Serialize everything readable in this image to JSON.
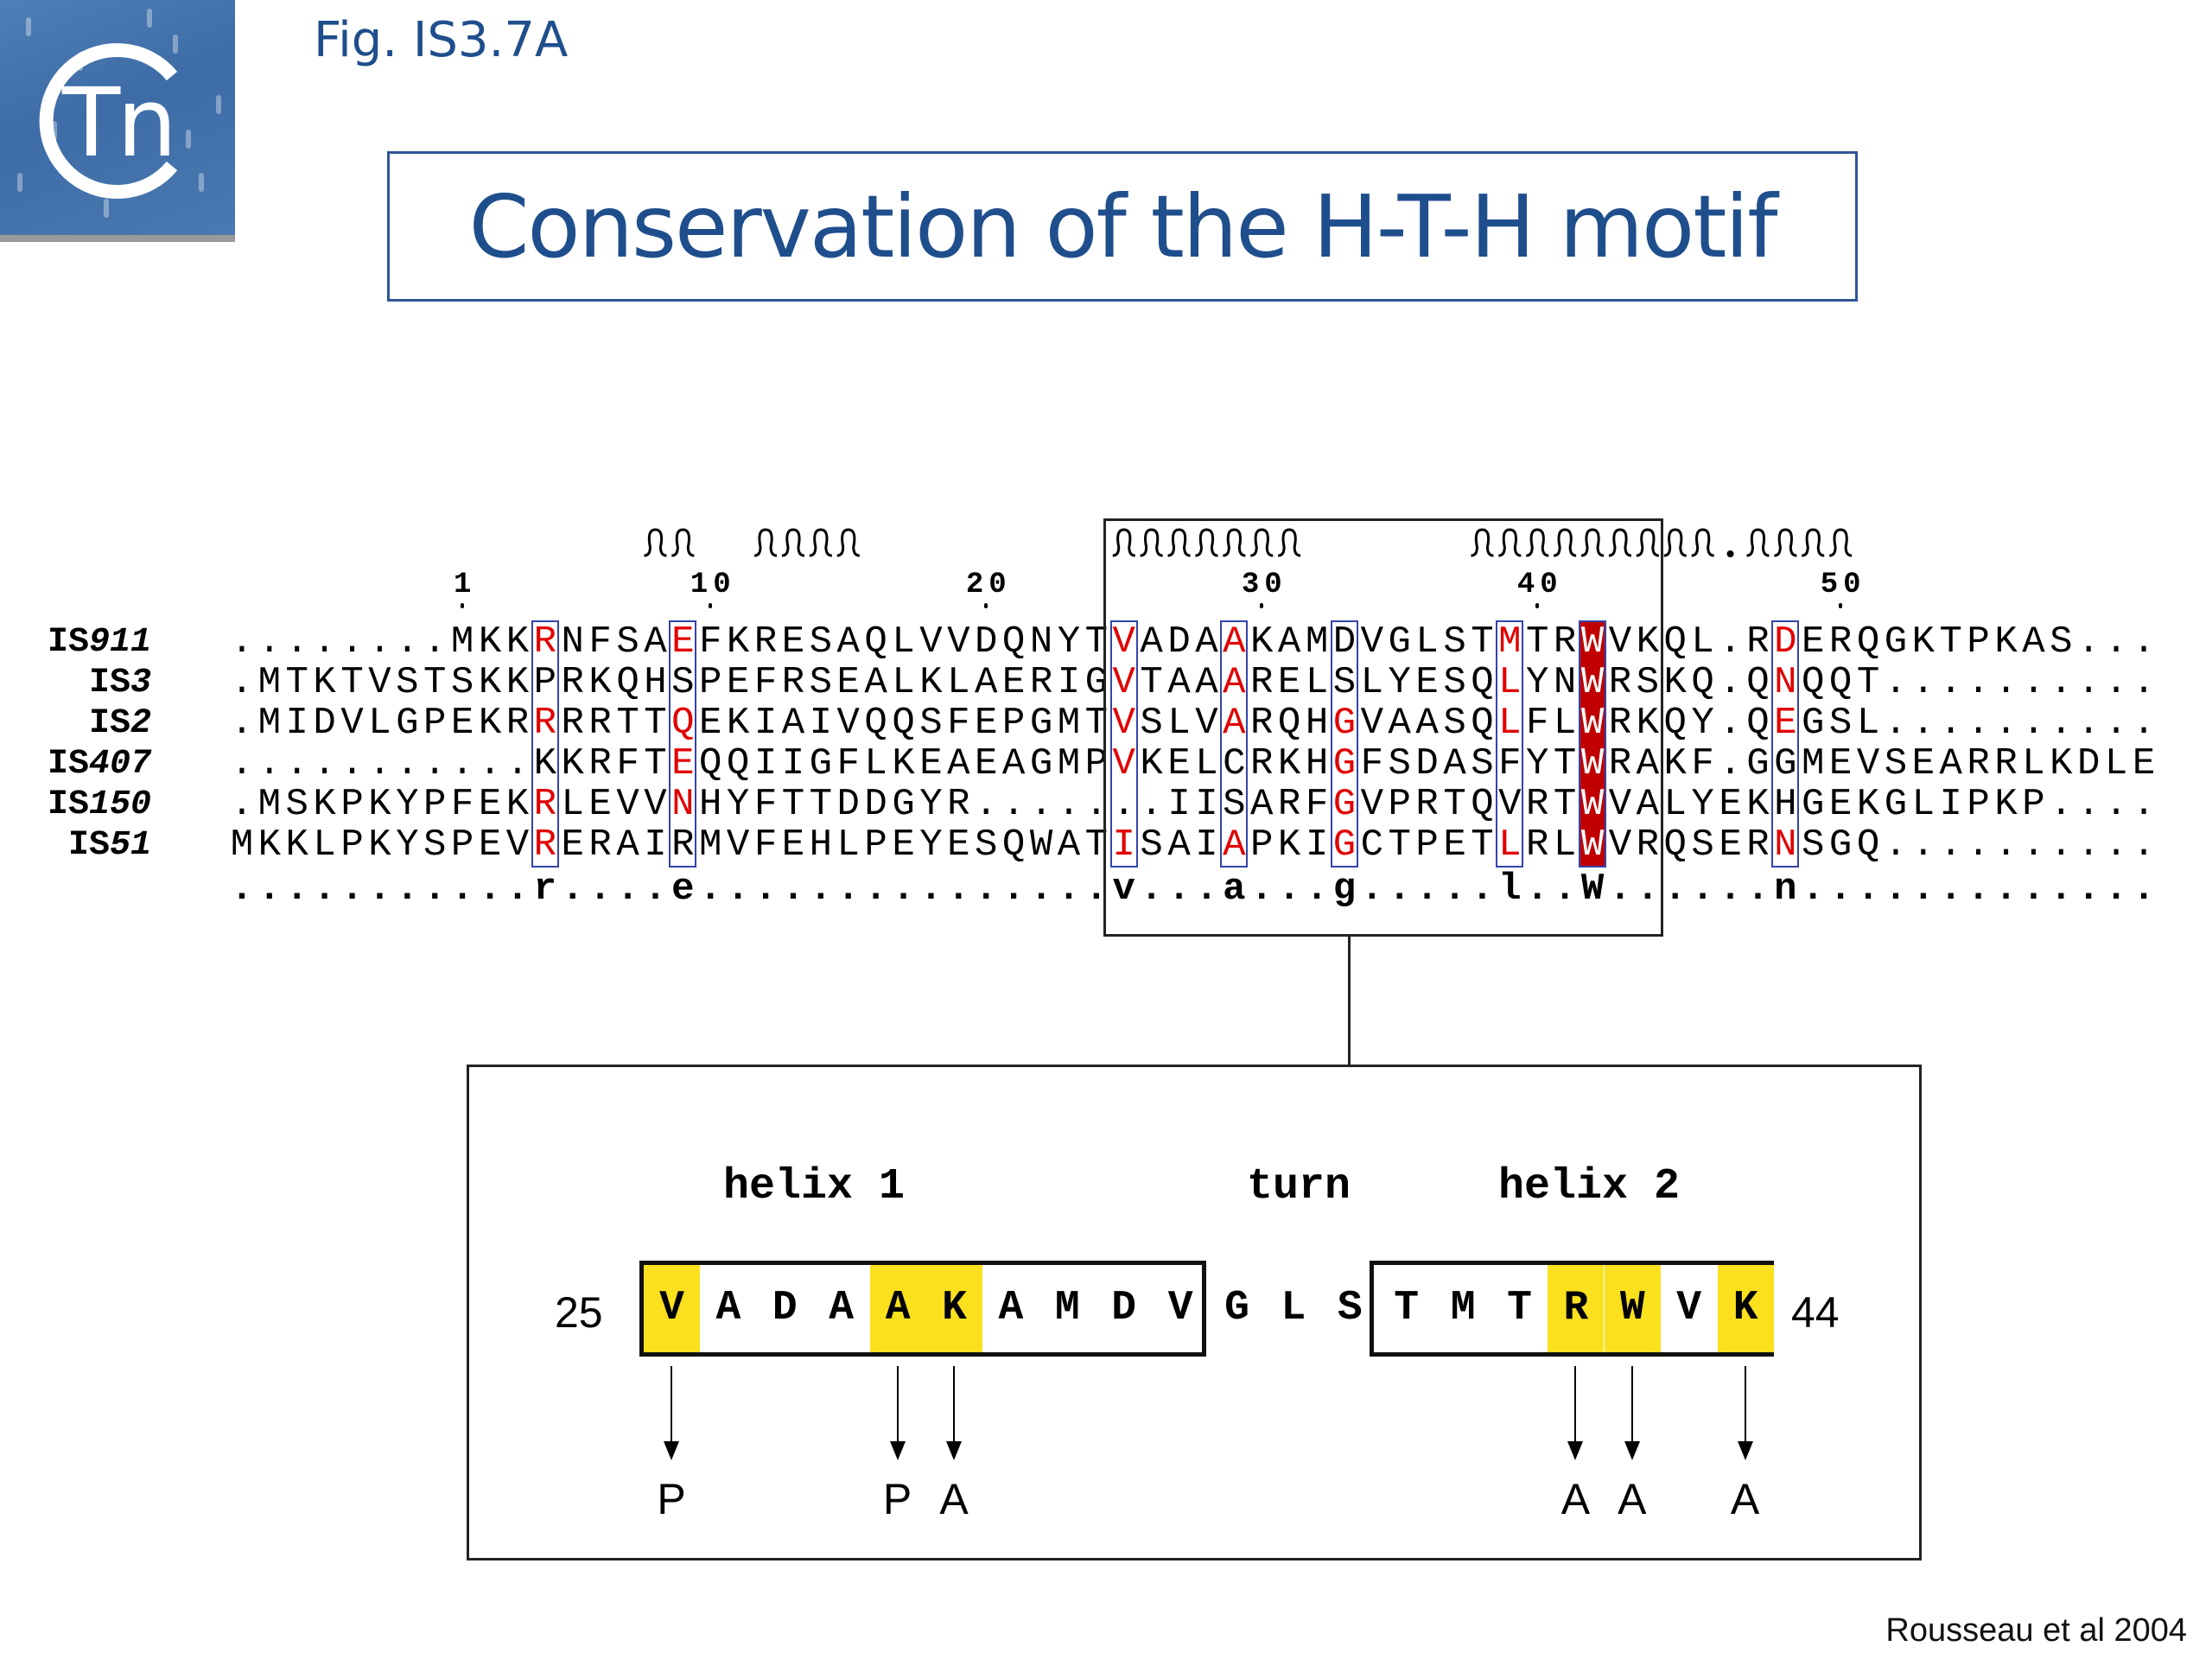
{
  "logo": {
    "text": "Tn"
  },
  "figure_label": "Fig. IS3.7A",
  "title": "Conservation of the H-T-H motif",
  "alignment": {
    "ruler": [
      {
        "label": "1",
        "col": 9
      },
      {
        "label": "10",
        "col": 18
      },
      {
        "label": "20",
        "col": 28
      },
      {
        "label": "30",
        "col": 38
      },
      {
        "label": "40",
        "col": 48
      },
      {
        "label": "50",
        "col": 59
      }
    ],
    "helix_ranges": [
      [
        16,
        17
      ],
      [
        20,
        23
      ],
      [
        33,
        39
      ],
      [
        46,
        54
      ],
      [
        56,
        59
      ]
    ],
    "helix_dots": [
      55
    ],
    "conserved_columns": [
      12,
      17,
      33,
      37,
      41,
      47,
      57
    ],
    "identical_column": 50,
    "rows": [
      {
        "prefix": "IS",
        "num": "911",
        "seq": "........MKKRNFSAEFKRESAQLVVDQNYTVADAAKAMDVGLSTMTRWVKQL.RDERQGKTPKAS...",
        "red_cols": [
          12,
          17,
          33,
          37,
          47,
          50,
          57
        ]
      },
      {
        "prefix": "IS",
        "num": "3",
        "seq": ".MTKTVSTSKKPRKQHSPEFRSEALKLAERIGVTAAARELSLYESQLYNWRSKQ.QNQQT..........",
        "red_cols": [
          33,
          37,
          47,
          50,
          57
        ]
      },
      {
        "prefix": "IS",
        "num": "2",
        "seq": ".MIDVLGPEKRRRRTTQEKIAIVQQSFEPGMTVSLVARQHGVAASQLFLWRKQY.QEGSL..........",
        "red_cols": [
          12,
          17,
          33,
          37,
          41,
          47,
          50,
          57
        ]
      },
      {
        "prefix": "IS",
        "num": "407",
        "seq": "...........KKRFTEQQIIGFLKEAEAGMPVKELCRKHGFSDASFYTWRAKF.GGMEVSEARRLKDLE",
        "red_cols": [
          17,
          33,
          41,
          50
        ]
      },
      {
        "prefix": "IS",
        "num": "150",
        "seq": ".MSKPKYPFEKRLEVVNHYFTTDDGYR.......IISARFGVPRTQVRTWVALYEKHGEKGLIPKP....",
        "red_cols": [
          12,
          17,
          41,
          50
        ]
      },
      {
        "prefix": "IS",
        "num": "51",
        "seq": "MKKLPKYSPEVRERAIRMVFEHLPEYESQWATISAIAPKIGCTPETLRLWVRQSERNSGQ..........",
        "red_cols": [
          12,
          33,
          37,
          41,
          47,
          50,
          57
        ]
      }
    ],
    "consensus": "...........r....e...............v...a...g.....l..W......n.............",
    "colors": {
      "conserved_text": "#e00000",
      "identical_bg": "#c00000",
      "box_border": "#3344aa"
    }
  },
  "detail": {
    "helix1_label": "helix 1",
    "turn_label": "turn",
    "helix2_label": "helix 2",
    "start_number": "25",
    "end_number": "44",
    "residues": [
      "V",
      "A",
      "D",
      "A",
      "A",
      "K",
      "A",
      "M",
      "D",
      "V",
      "G",
      "L",
      "S",
      "T",
      "M",
      "T",
      "R",
      "W",
      "V",
      "K"
    ],
    "helix1_range": [
      0,
      9
    ],
    "turn_range": [
      10,
      12
    ],
    "helix2_range": [
      13,
      19
    ],
    "highlighted": [
      0,
      4,
      5,
      16,
      17,
      19
    ],
    "highlight_color": "#fbe01e",
    "mutations": [
      {
        "index": 0,
        "label": "P"
      },
      {
        "index": 4,
        "label": "P"
      },
      {
        "index": 5,
        "label": "A"
      },
      {
        "index": 16,
        "label": "A"
      },
      {
        "index": 17,
        "label": "A"
      },
      {
        "index": 19,
        "label": "A"
      }
    ]
  },
  "citation": "Rousseau et al 2004"
}
